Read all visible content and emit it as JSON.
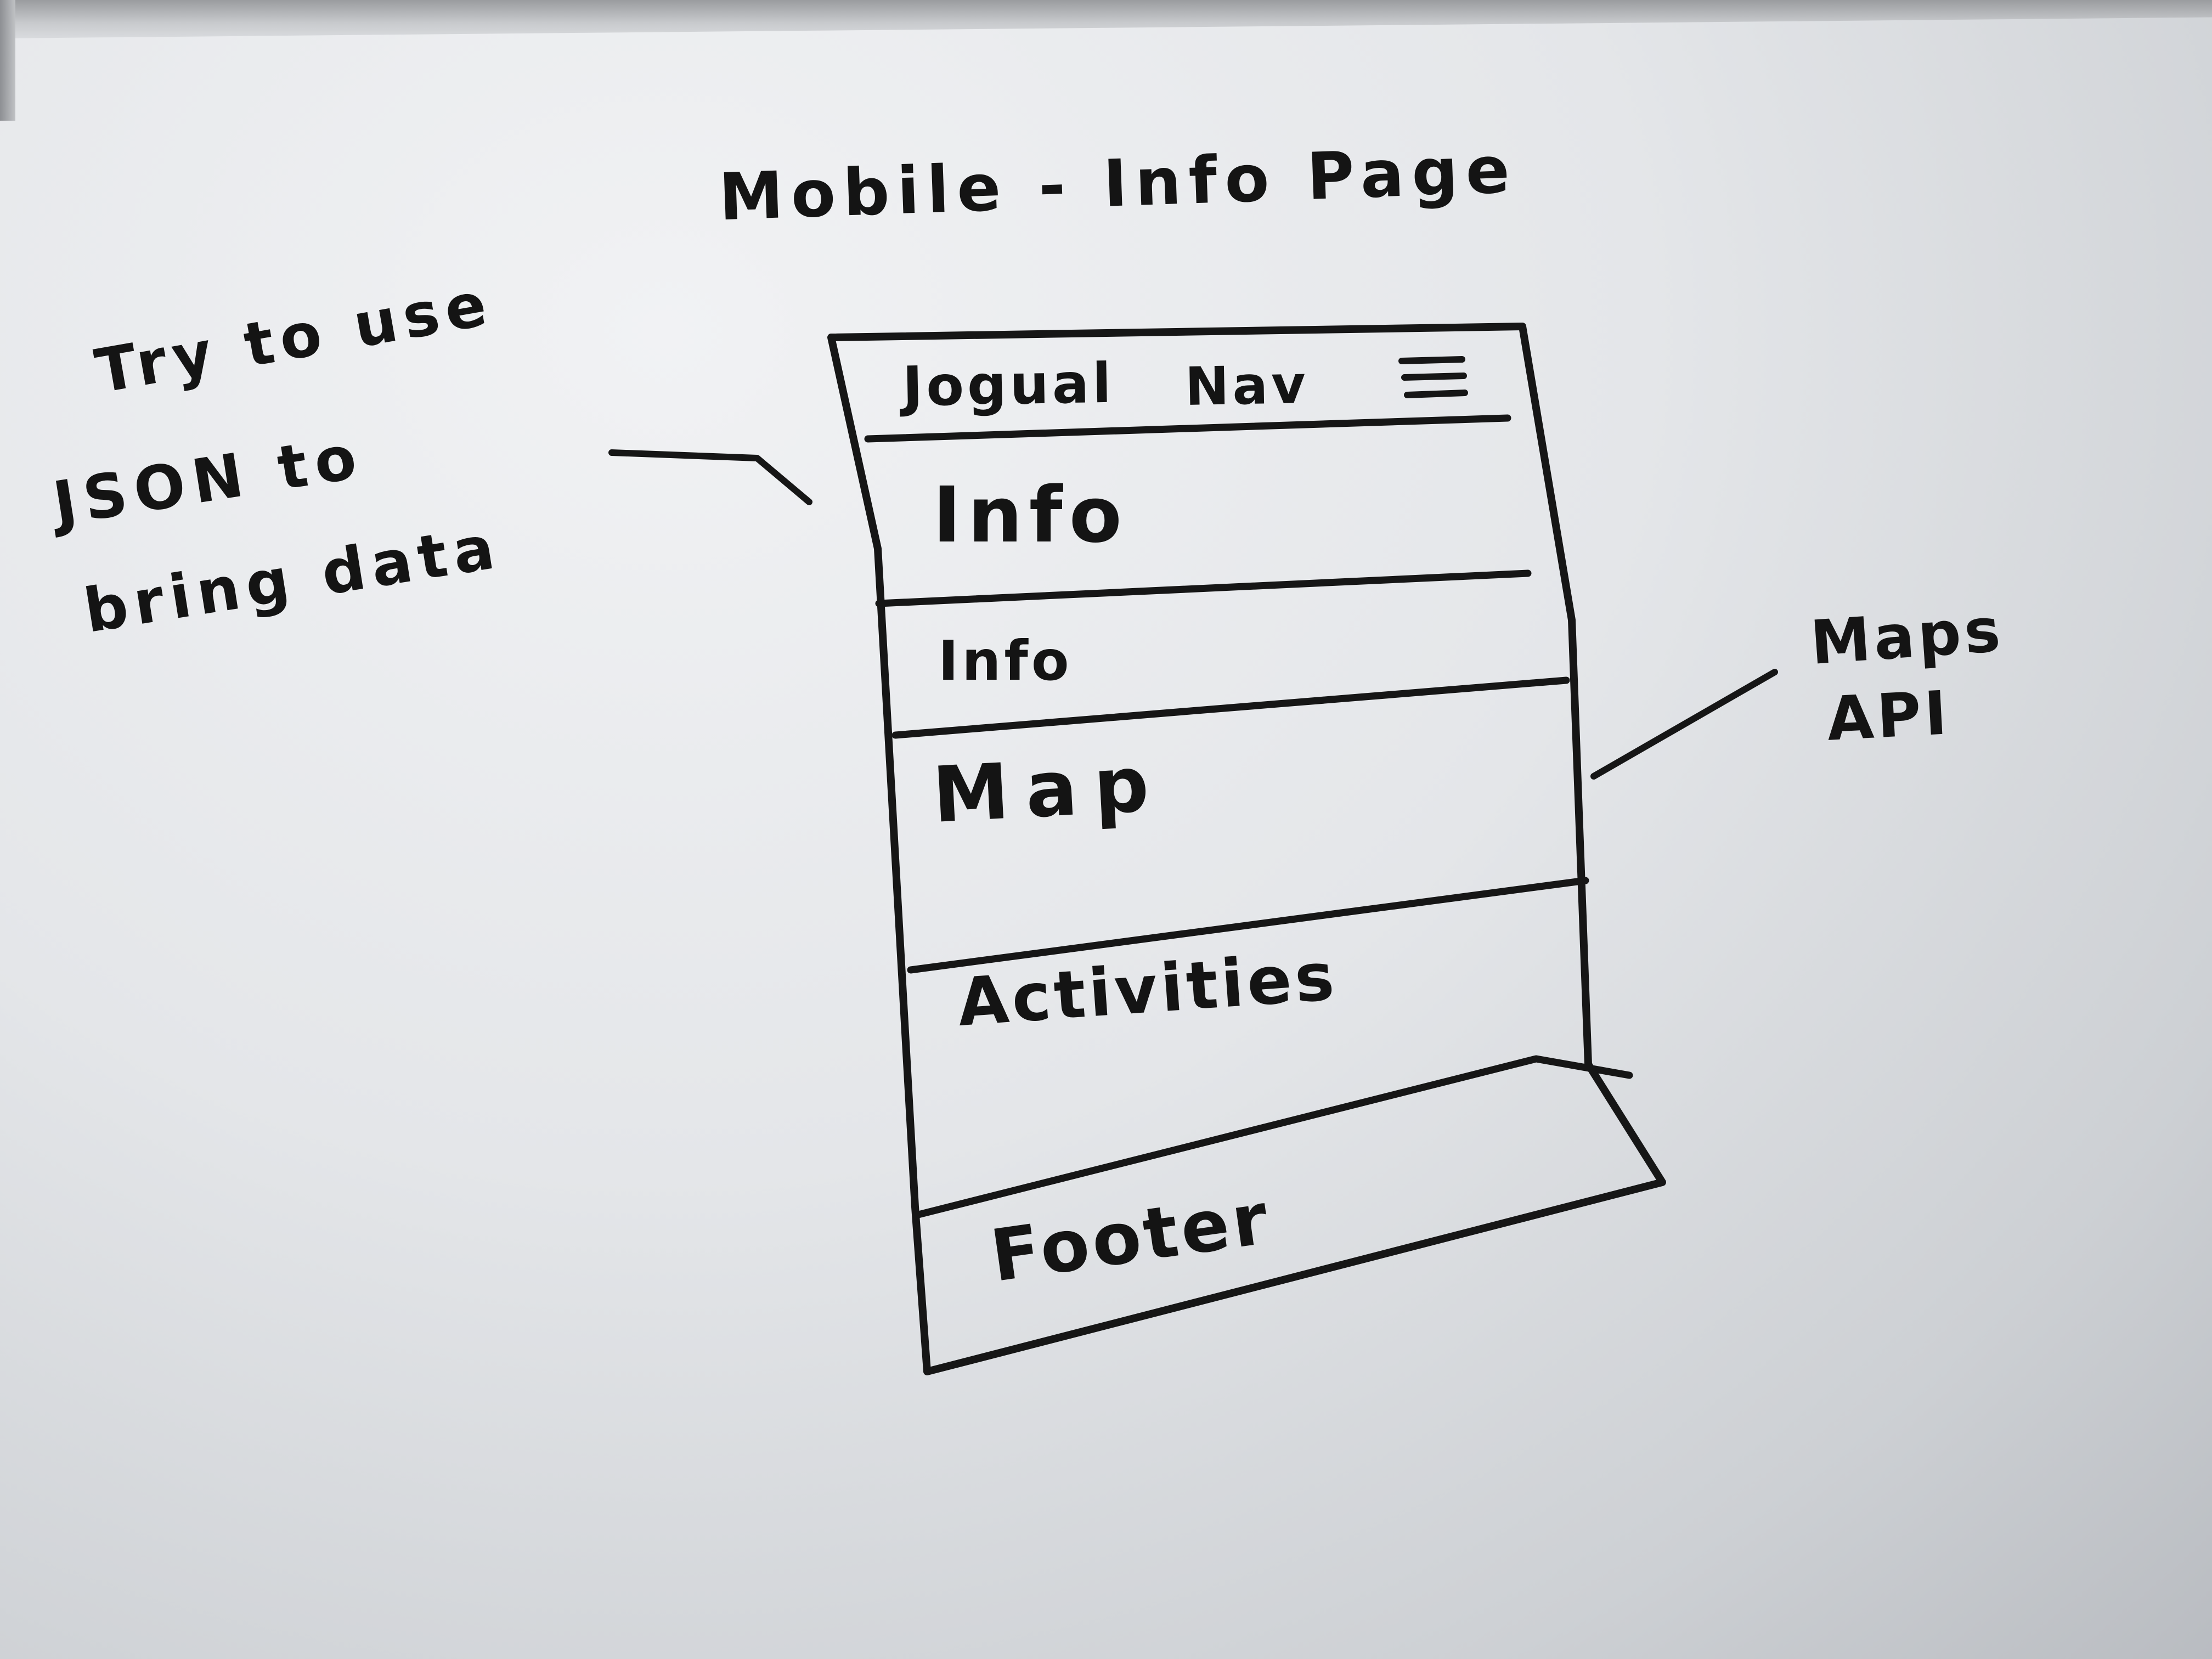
{
  "board": {
    "title": "Mobile - Info Page"
  },
  "wireframe": {
    "header": {
      "brand": "Jogual",
      "nav_label": "Nav",
      "menu_icon": "hamburger-menu-icon"
    },
    "sections": [
      {
        "label": "Info"
      },
      {
        "label": "Info"
      },
      {
        "label": "Map"
      },
      {
        "label": "Activities"
      },
      {
        "label": "Footer"
      }
    ]
  },
  "annotations": {
    "left_note": [
      "Try to use",
      "JSON to",
      "bring data"
    ],
    "right_note": [
      "Maps",
      "API"
    ]
  },
  "colors": {
    "ink": "#161616",
    "whiteboard": "#e6e8eb"
  }
}
